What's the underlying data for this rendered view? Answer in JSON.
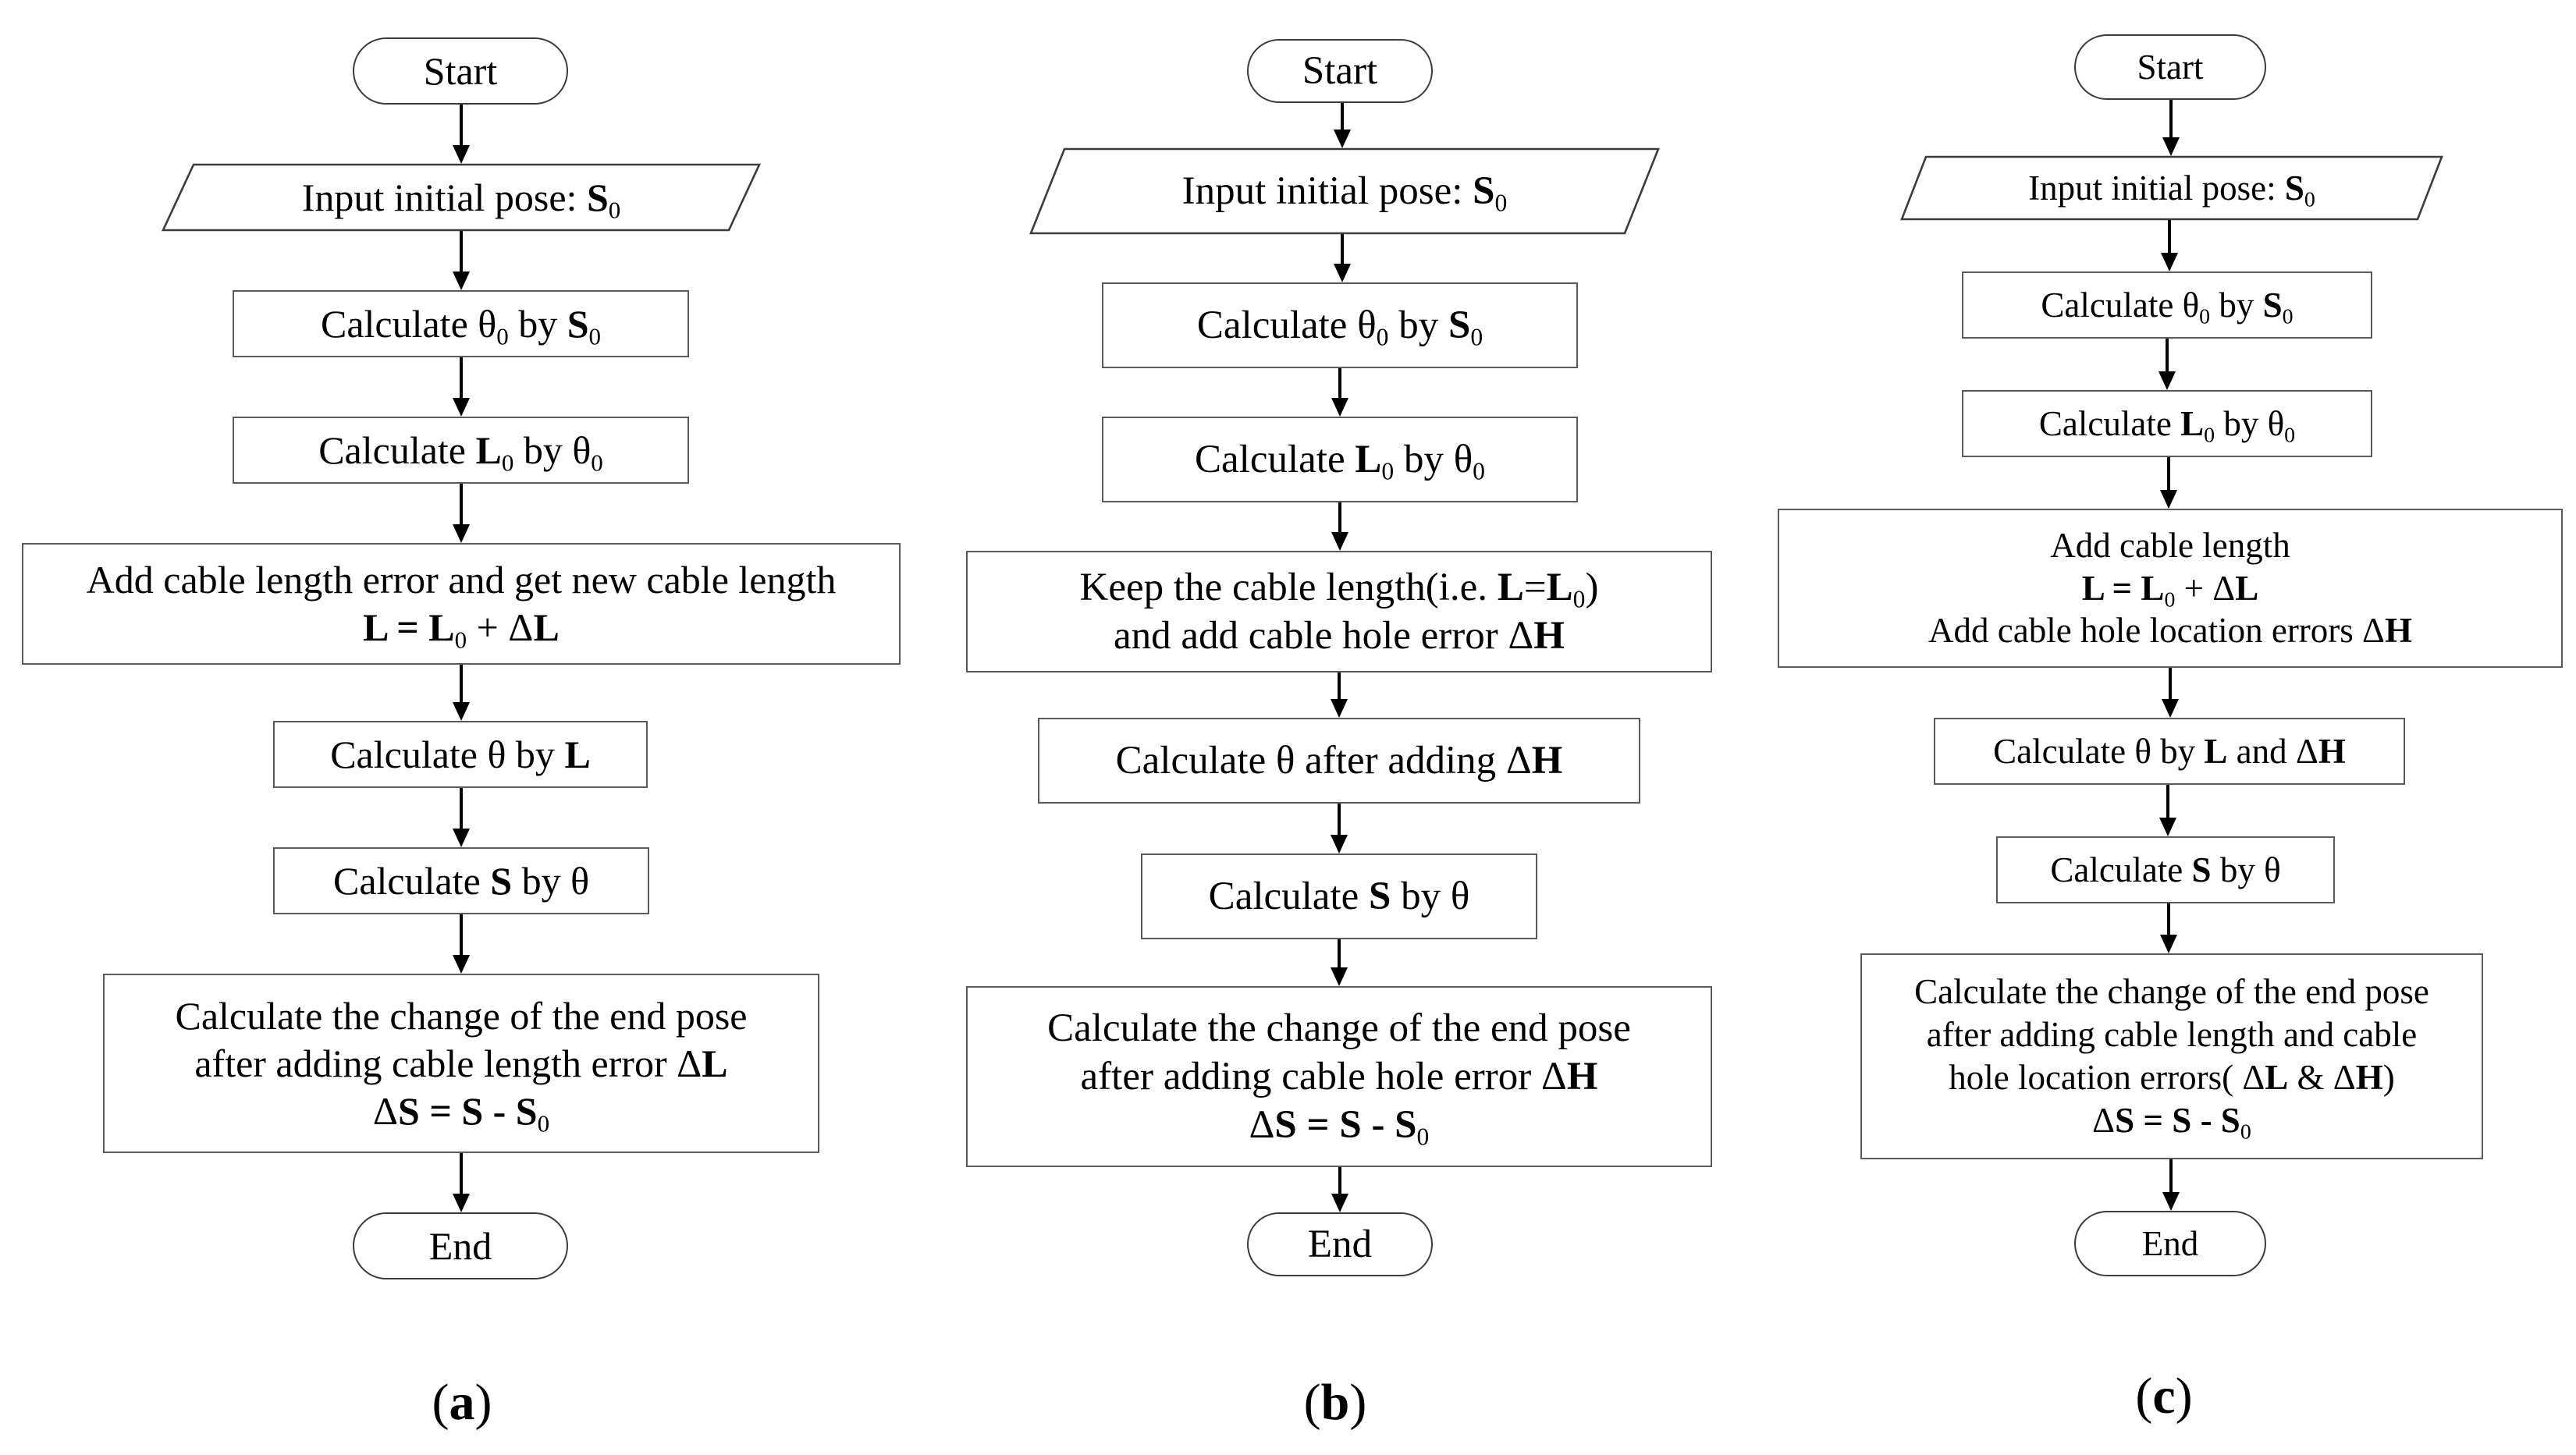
{
  "panels": [
    {
      "caption": "(a)",
      "nodes": [
        {
          "shape": "terminal",
          "lines": [
            "Start"
          ]
        },
        {
          "shape": "io",
          "lines": [
            "Input initial pose: **S**_0"
          ]
        },
        {
          "shape": "process",
          "lines": [
            "Calculate  θ_0  by **S**_0"
          ]
        },
        {
          "shape": "process",
          "lines": [
            "Calculate **L**_0 by  θ_0"
          ]
        },
        {
          "shape": "process",
          "lines": [
            "Add cable length error and get new cable length",
            "**L = L**_0 + Δ**L**"
          ]
        },
        {
          "shape": "process",
          "lines": [
            "Calculate  θ by **L**"
          ]
        },
        {
          "shape": "process",
          "lines": [
            "Calculate **S** by  θ"
          ]
        },
        {
          "shape": "process",
          "lines": [
            "Calculate the change of the end pose",
            "after adding cable length error  Δ**L**",
            "Δ**S = S - S**_0"
          ]
        },
        {
          "shape": "terminal",
          "lines": [
            "End"
          ]
        }
      ]
    },
    {
      "caption": "(b)",
      "nodes": [
        {
          "shape": "terminal",
          "lines": [
            "Start"
          ]
        },
        {
          "shape": "io",
          "lines": [
            "Input initial pose: **S**_0"
          ]
        },
        {
          "shape": "process",
          "lines": [
            "Calculate  θ_0  by **S**_0"
          ]
        },
        {
          "shape": "process",
          "lines": [
            "Calculate **L**_0 by  θ_0"
          ]
        },
        {
          "shape": "process",
          "lines": [
            "Keep the cable length(i.e. **L**=**L**_0)",
            "and add cable hole error  Δ**H**"
          ]
        },
        {
          "shape": "process",
          "lines": [
            "Calculate  θ  after adding  Δ**H**"
          ]
        },
        {
          "shape": "process",
          "lines": [
            "Calculate **S** by  θ"
          ]
        },
        {
          "shape": "process",
          "lines": [
            "Calculate the change of the end pose",
            "after adding cable hole error  Δ**H**",
            "Δ**S = S - S**_0"
          ]
        },
        {
          "shape": "terminal",
          "lines": [
            "End"
          ]
        }
      ]
    },
    {
      "caption": "(c)",
      "nodes": [
        {
          "shape": "terminal",
          "lines": [
            "Start"
          ]
        },
        {
          "shape": "io",
          "lines": [
            "Input initial pose: **S**_0"
          ]
        },
        {
          "shape": "process",
          "lines": [
            "Calculate  θ_0  by **S**_0"
          ]
        },
        {
          "shape": "process",
          "lines": [
            "Calculate **L**_0 by  θ_0"
          ]
        },
        {
          "shape": "process",
          "lines": [
            "Add cable length",
            "**L = L**_0 + Δ**L**",
            "Add cable hole location errors  Δ**H**"
          ]
        },
        {
          "shape": "process",
          "lines": [
            "Calculate  θ by **L** and  Δ**H**"
          ]
        },
        {
          "shape": "process",
          "lines": [
            "Calculate **S** by  θ"
          ]
        },
        {
          "shape": "process",
          "lines": [
            "Calculate the change of the end pose",
            "after adding cable length and cable",
            "hole location errors( Δ**L** & Δ**H**)",
            "Δ**S = S - S**_0"
          ]
        },
        {
          "shape": "terminal",
          "lines": [
            "End"
          ]
        }
      ]
    }
  ]
}
